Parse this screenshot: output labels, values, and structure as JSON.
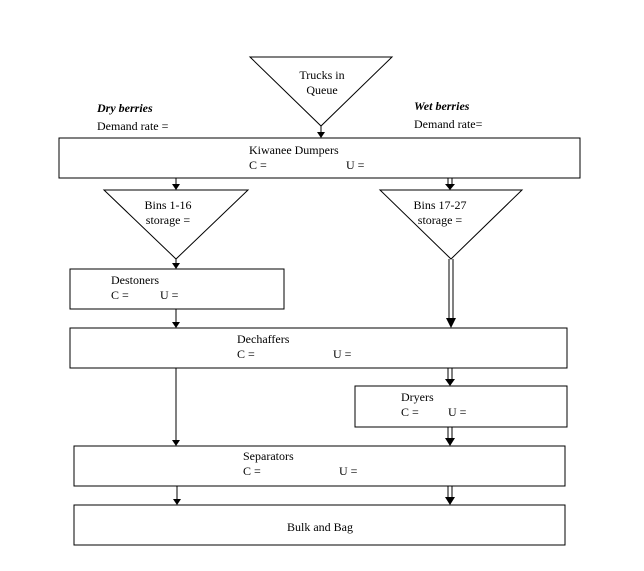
{
  "queue": {
    "line1": "Trucks in",
    "line2": "Queue"
  },
  "dry": {
    "title": "Dry berries",
    "demand_label": "Demand rate ="
  },
  "wet": {
    "title": "Wet berries",
    "demand_label": "Demand rate="
  },
  "dumpers": {
    "title": "Kiwanee Dumpers",
    "c_label": "C =",
    "u_label": "U ="
  },
  "bins_dry": {
    "line1": "Bins 1-16",
    "line2": "storage ="
  },
  "bins_wet": {
    "line1": "Bins 17-27",
    "line2": "storage ="
  },
  "destoners": {
    "title": "Destoners",
    "c_label": "C =",
    "u_label": "U ="
  },
  "dechaffers": {
    "title": "Dechaffers",
    "c_label": "C =",
    "u_label": "U ="
  },
  "dryers": {
    "title": "Dryers",
    "c_label": "C =",
    "u_label": "U ="
  },
  "separators": {
    "title": "Separators",
    "c_label": "C =",
    "u_label": "U ="
  },
  "bulk_bag": {
    "title": "Bulk and Bag"
  },
  "colors": {
    "stroke": "#000000",
    "background": "#ffffff"
  }
}
